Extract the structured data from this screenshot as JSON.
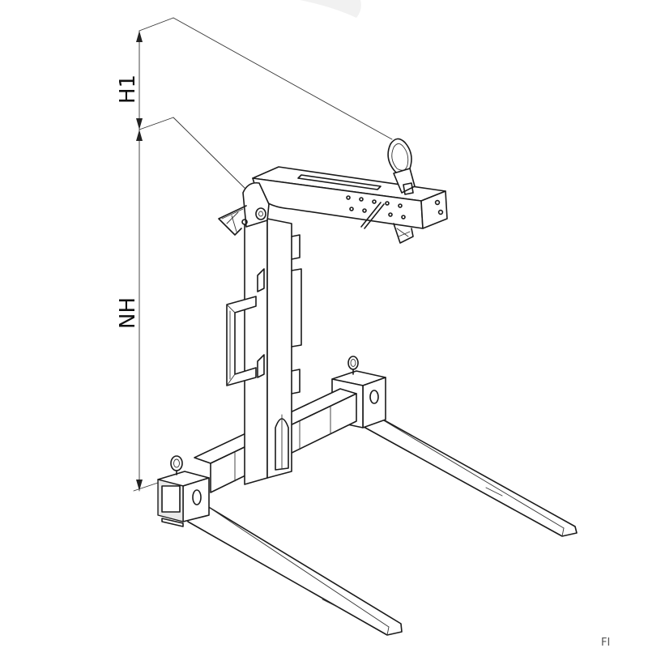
{
  "diagram": {
    "dimension_labels": {
      "h1": "H1",
      "nh": "NH"
    },
    "corner_text": "FI",
    "colors": {
      "line": "#1a1a1a",
      "background": "#ffffff",
      "shade": "#e9e9e9"
    }
  }
}
